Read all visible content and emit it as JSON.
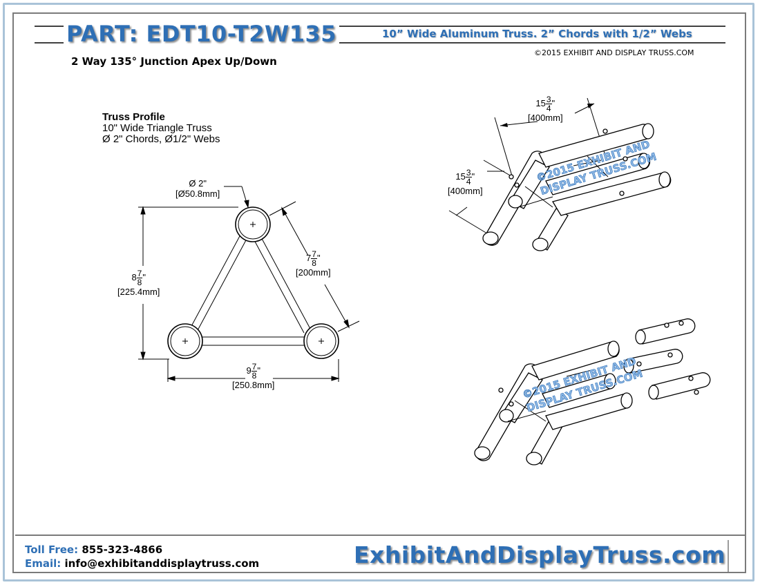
{
  "header": {
    "part_number": "PART: EDT10-T2W135",
    "description": "10” Wide Aluminum Truss. 2” Chords with 1/2” Webs",
    "copyright": "©2015 EXHIBIT AND DISPLAY TRUSS.COM",
    "subtitle": "2 Way 135° Junction Apex Up/Down"
  },
  "profile": {
    "title": "Truss Profile",
    "line1": "10\" Wide Triangle Truss",
    "line2": "Ø 2\" Chords, Ø1/2\" Webs"
  },
  "dimensions": {
    "chord_diameter": "Ø 2\"",
    "chord_diameter_mm": "[Ø50.8mm]",
    "side_whole": "7",
    "side_num": "7",
    "side_den": "8",
    "side_unit": "\"",
    "side_mm": "[200mm]",
    "height_whole": "8",
    "height_num": "7",
    "height_den": "8",
    "height_unit": "\"",
    "height_mm": "[225.4mm]",
    "width_whole": "9",
    "width_num": "7",
    "width_den": "8",
    "width_unit": "\"",
    "width_mm": "[250.8mm]",
    "leg1_whole": "15",
    "leg1_num": "3",
    "leg1_den": "4",
    "leg1_unit": "\"",
    "leg1_mm": "[400mm]",
    "leg2_whole": "15",
    "leg2_num": "3",
    "leg2_den": "4",
    "leg2_unit": "\"",
    "leg2_mm": "[400mm]"
  },
  "watermark": {
    "line1": "©2015 EXHIBIT AND",
    "line2": "DISPLAY TRUSS.COM"
  },
  "footer": {
    "toll_free_label": "Toll Free:",
    "toll_free_value": "855-323-4866",
    "email_label": "Email:",
    "email_value": "info@exhibitanddisplaytruss.com",
    "brand": "ExhibitAndDisplayTruss.com"
  },
  "colors": {
    "brand_blue": "#2e6fb5",
    "frame_blue": "#a9c3d8",
    "frame_gray": "#7a7a7a"
  }
}
